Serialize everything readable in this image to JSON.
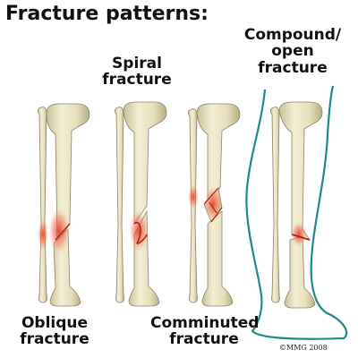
{
  "title": "Fracture patterns:",
  "labels": {
    "spiral": [
      "Spiral",
      "fracture"
    ],
    "compound": [
      "Compound/",
      "open",
      "fracture"
    ],
    "oblique": [
      "Oblique",
      "fracture"
    ],
    "comminuted": [
      "Comminuted",
      "fracture"
    ]
  },
  "copyright": "©MMG 2008",
  "colors": {
    "bone": "#ece5c4",
    "bone_shade": "#c9c09a",
    "bone_outline": "#8c8466",
    "fracture_red": "#d9381e",
    "skin_outline": "#1f8a86"
  }
}
